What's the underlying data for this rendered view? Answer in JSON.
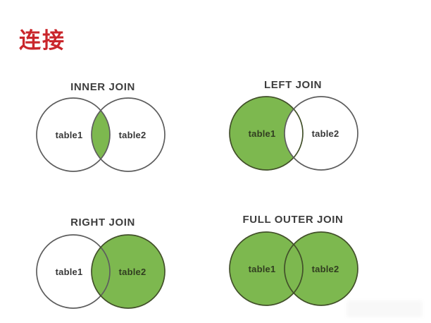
{
  "page": {
    "title": "连接",
    "background": "#ffffff",
    "title_color": "#c9262b"
  },
  "colors": {
    "join_fill": "#7db84f",
    "circle_fill": "#ffffff",
    "outline_stroke": "#5d5d5d",
    "shaded_stroke": "#42502a",
    "heading_color": "#3d3d3d",
    "label_color": "#383838",
    "label_on_green": "#313d20"
  },
  "diagrams": [
    {
      "title": "INNER JOIN",
      "left_label": "table1",
      "right_label": "table2",
      "shaded": "intersection"
    },
    {
      "title": "LEFT JOIN",
      "left_label": "table1",
      "right_label": "table2",
      "shaded": "left"
    },
    {
      "title": "RIGHT JOIN",
      "left_label": "table1",
      "right_label": "table2",
      "shaded": "right"
    },
    {
      "title": "FULL OUTER JOIN",
      "left_label": "table1",
      "right_label": "table2",
      "shaded": "both"
    }
  ]
}
